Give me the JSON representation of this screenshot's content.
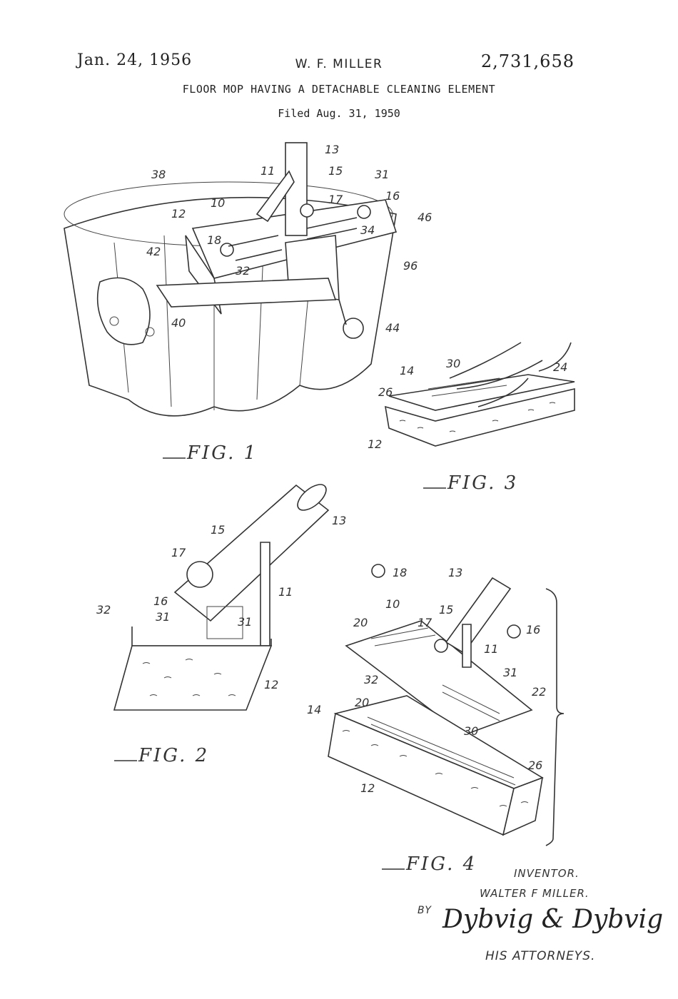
{
  "header": {
    "date": "Jan. 24, 1956",
    "inventor_name": "W. F. MILLER",
    "patent_number": "2,731,658"
  },
  "title": "FLOOR MOP HAVING A DETACHABLE CLEANING ELEMENT",
  "filed": "Filed Aug. 31, 1950",
  "figures": {
    "fig1": "FIG. 1",
    "fig2": "FIG. 2",
    "fig3": "FIG. 3",
    "fig4": "FIG. 4"
  },
  "references": {
    "fig1": [
      "13",
      "11",
      "15",
      "38",
      "31",
      "10",
      "17",
      "16",
      "12",
      "46",
      "18",
      "34",
      "42",
      "32",
      "96",
      "40",
      "44"
    ],
    "fig2": [
      "15",
      "13",
      "17",
      "11",
      "16",
      "32",
      "31",
      "31",
      "12"
    ],
    "fig3": [
      "30",
      "24",
      "14",
      "26",
      "12"
    ],
    "fig4": [
      "18",
      "13",
      "10",
      "15",
      "17",
      "16",
      "20",
      "11",
      "32",
      "31",
      "22",
      "14",
      "20",
      "30",
      "26",
      "12"
    ]
  },
  "signature": {
    "inventor_label": "INVENTOR.",
    "inventor_name": "WALTER F MILLER.",
    "by": "BY",
    "attorney_signature": "Dybvig & Dybvig",
    "attorneys_label": "HIS ATTORNEYS."
  }
}
